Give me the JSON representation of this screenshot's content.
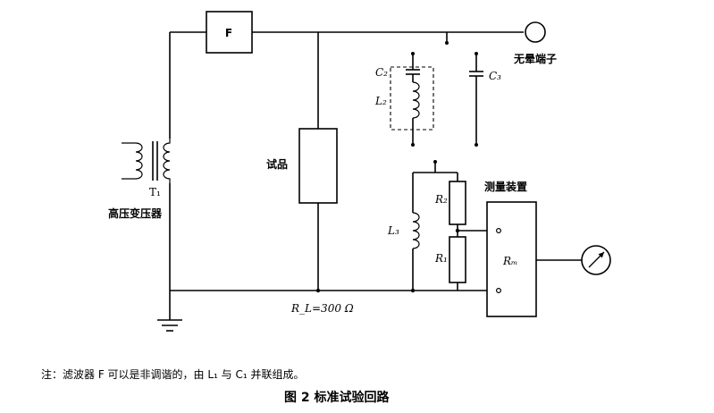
{
  "diagram": {
    "filter_label": "F",
    "terminal_label": "无晕端子",
    "specimen_label": "试品",
    "transformer_id": "T₁",
    "transformer_label": "高压变压器",
    "c2_label": "C₂",
    "l2_label": "L₂",
    "c3_label": "C₃",
    "l3_label": "L₃",
    "r2_label": "R₂",
    "r1_label": "R₁",
    "measure_label": "测量装置",
    "rm_label": "Rₘ",
    "rl_label": "R_L=300 Ω"
  },
  "note": {
    "text": "注：滤波器 F 可以是非调谐的，由 L₁ 与 C₁ 并联组成。"
  },
  "caption": {
    "text": "图 2  标准试验回路"
  }
}
